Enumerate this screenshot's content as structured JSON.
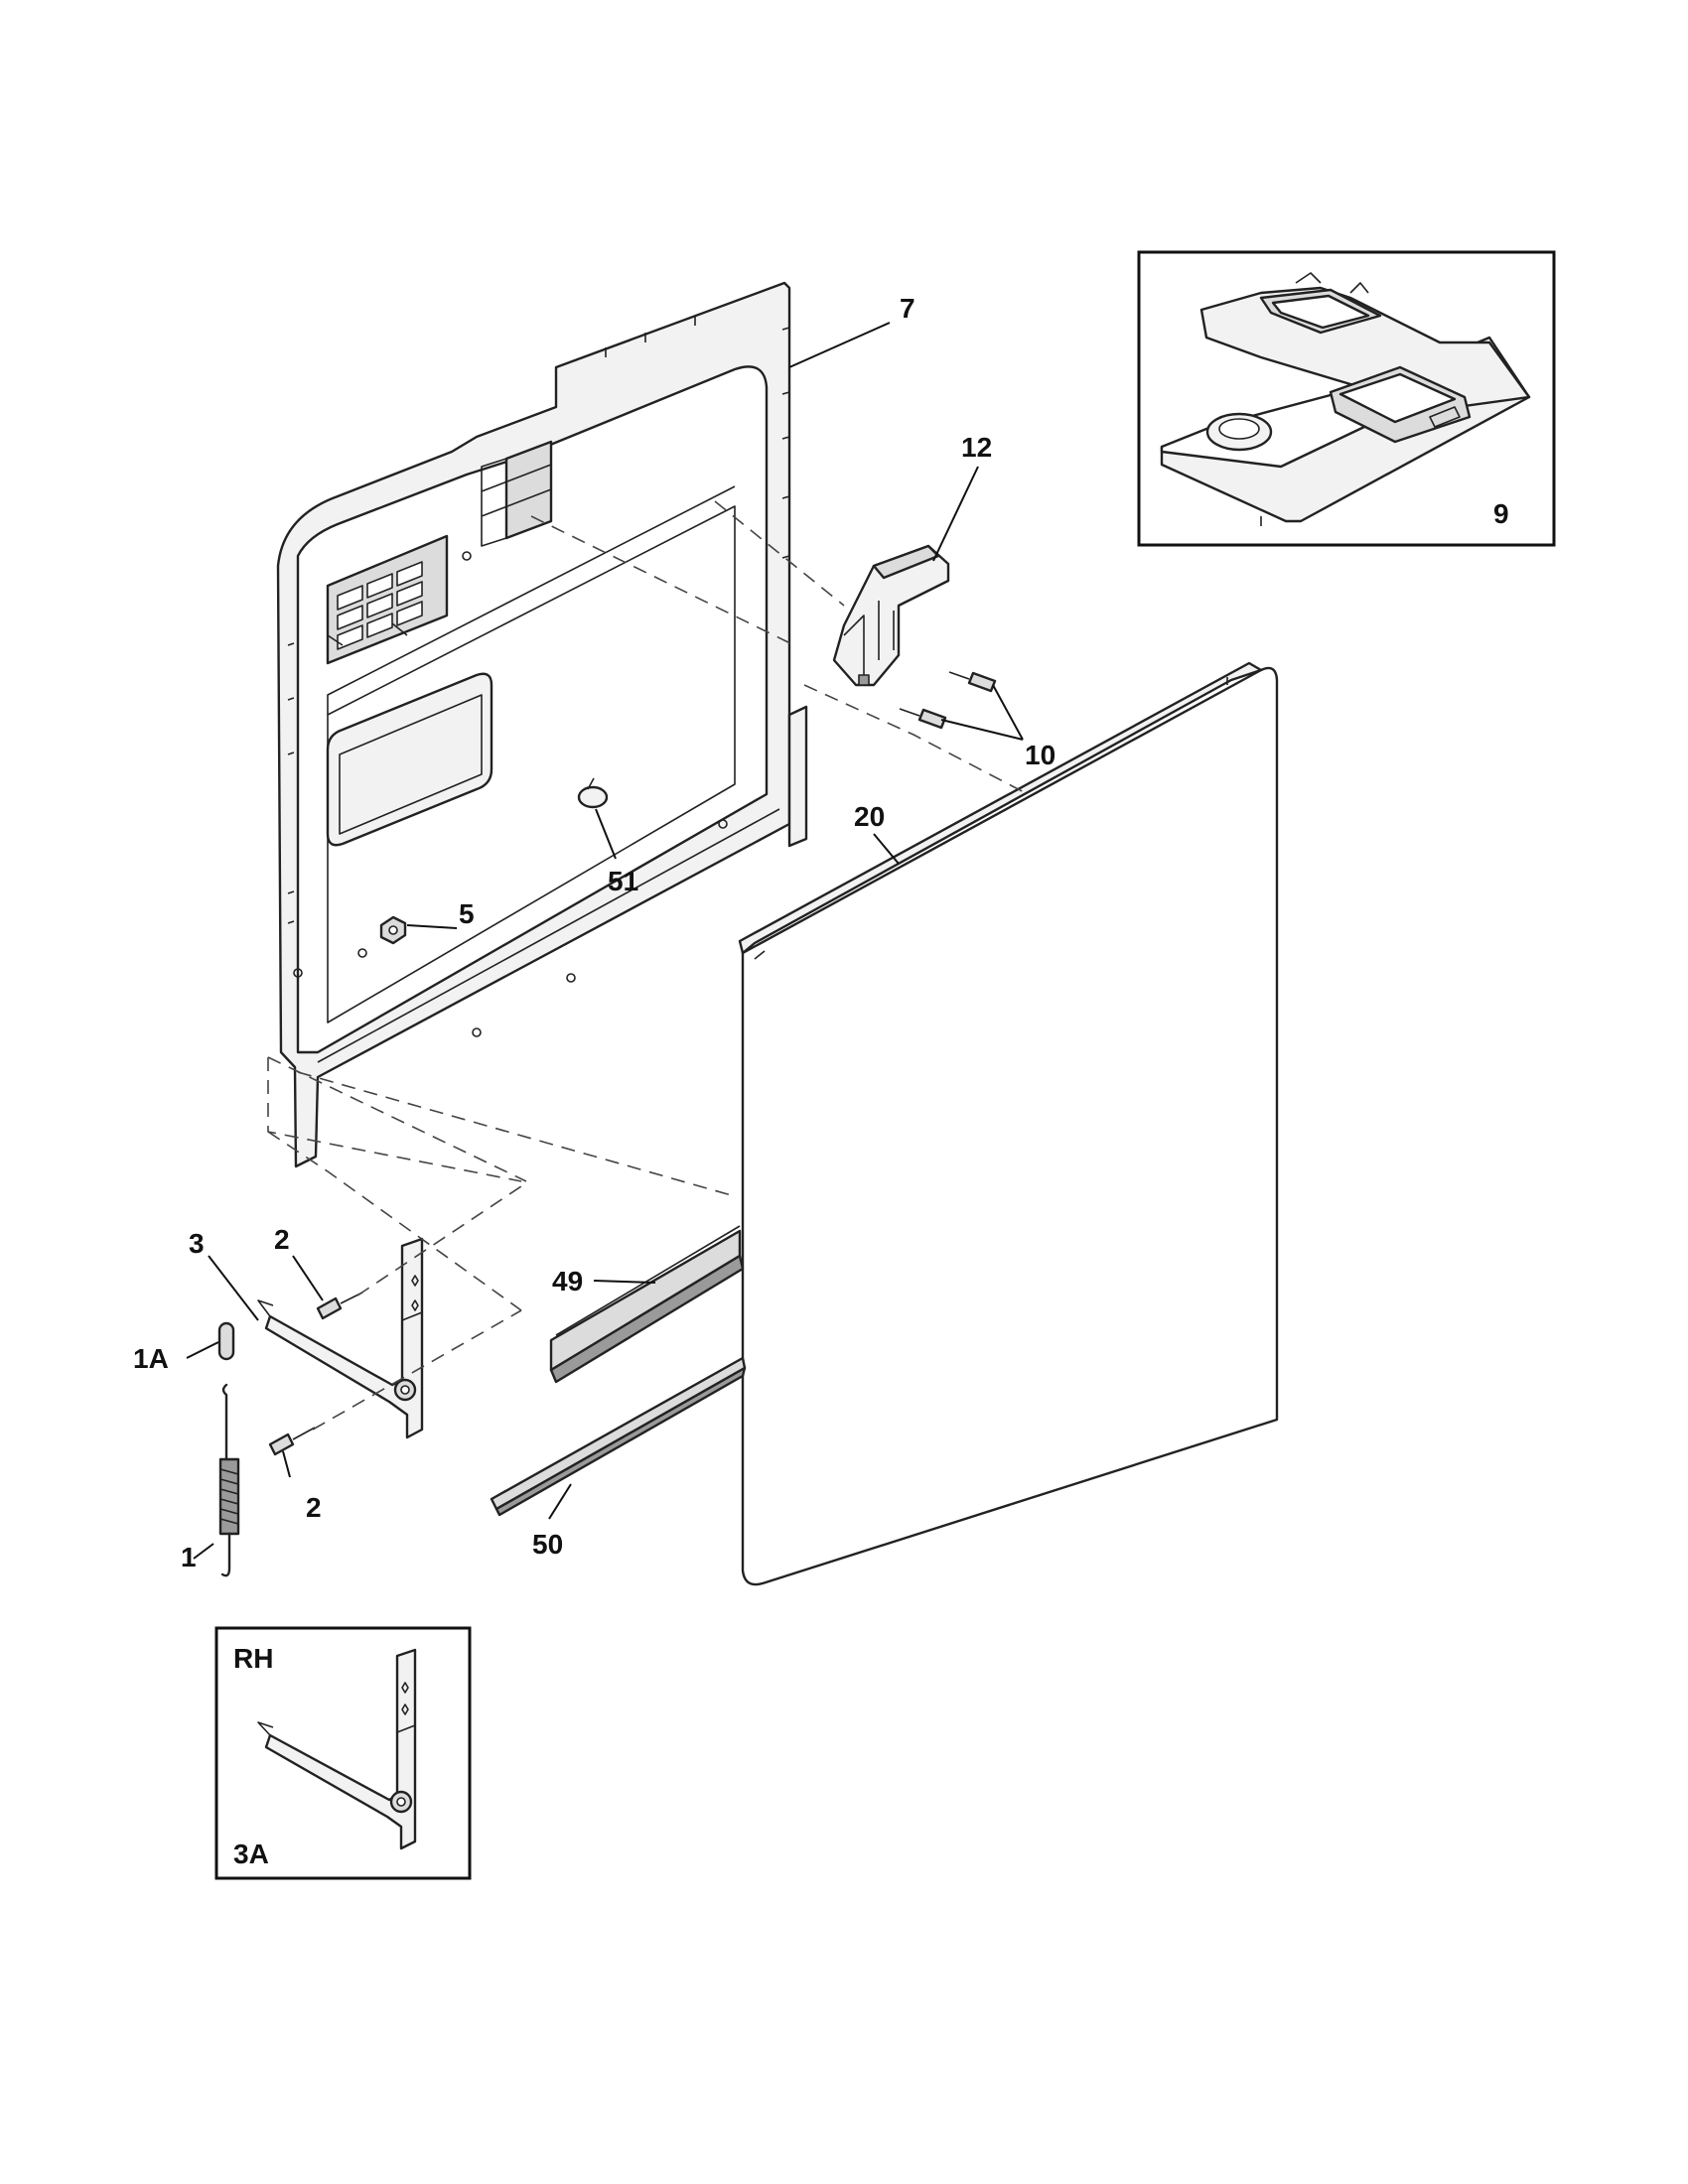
{
  "callouts": {
    "p7": "7",
    "p12": "12",
    "p10": "10",
    "p9": "9",
    "p20": "20",
    "p51": "51",
    "p5": "5",
    "p3": "3",
    "p2a": "2",
    "p2b": "2",
    "p1a": "1A",
    "p1": "1",
    "p49": "49",
    "p50": "50"
  },
  "inset_rh": {
    "side_label": "RH",
    "part_label": "3A"
  }
}
